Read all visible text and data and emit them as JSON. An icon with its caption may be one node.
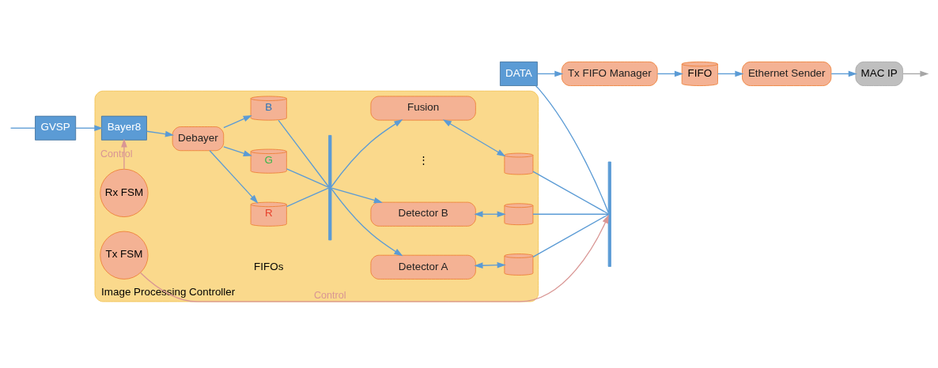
{
  "diagram": {
    "nodes": [
      {
        "text": [
          "Image Processing Controller"
        ]
      },
      {
        "text": [
          "GVSP"
        ]
      },
      {
        "text": [
          "Bayer8"
        ],
        "in": 0
      },
      {
        "text": [
          "Rx FSM"
        ],
        "in": 0
      },
      {
        "text": [
          "Debayer"
        ],
        "in": 0
      },
      {
        "text": [
          "B"
        ],
        "in": 0
      },
      {
        "text": [
          "G"
        ],
        "in": 0
      },
      {
        "text": [
          "R"
        ],
        "in": 0
      },
      {
        "text": [],
        "shape": "bar",
        "in": 0
      },
      {
        "text": [
          "Fusion"
        ],
        "in": 0
      },
      {
        "text": [
          "Detector B"
        ],
        "in": 0
      },
      {
        "text": [
          "Detector A"
        ],
        "in": 0
      },
      {
        "text": [],
        "shape": "cylinder",
        "in": 0
      },
      {
        "text": [],
        "shape": "cylinder",
        "in": 0
      },
      {
        "text": [],
        "shape": "cylinder",
        "in": 0
      },
      {
        "text": [],
        "shape": "bar"
      },
      {
        "text": [
          "Tx FSM"
        ],
        "in": 0
      },
      {
        "text": [
          "DATA"
        ]
      },
      {
        "text": [
          "Tx FIFO Manager"
        ]
      },
      {
        "text": [
          "FIFO"
        ]
      },
      {
        "text": [
          "Ethernet Sender"
        ]
      },
      {
        "text": [
          "MAC IP"
        ]
      }
    ],
    "edges": [
      {
        "from": null,
        "to": 1,
        "arrow": "none"
      },
      {
        "from": 1,
        "to": 2,
        "arrow": "to"
      },
      {
        "from": 3,
        "to": 2,
        "arrow": "to",
        "label": "Control",
        "color": "#d99694"
      },
      {
        "from": 2,
        "to": 4,
        "arrow": "to"
      },
      {
        "from": 4,
        "to": 5,
        "arrow": "to"
      },
      {
        "from": 4,
        "to": 6,
        "arrow": "to"
      },
      {
        "from": 4,
        "to": 7,
        "arrow": "to"
      },
      {
        "from": 5,
        "to": 8,
        "arrow": "none"
      },
      {
        "from": 6,
        "to": 8,
        "arrow": "none"
      },
      {
        "from": 7,
        "to": 8,
        "arrow": "none"
      },
      {
        "from": 8,
        "to": 9,
        "arrow": "to"
      },
      {
        "from": 8,
        "to": 10,
        "arrow": "to"
      },
      {
        "from": 8,
        "to": 11,
        "arrow": "to"
      },
      {
        "from": 9,
        "to": 12,
        "arrow": "both"
      },
      {
        "from": 10,
        "to": 13,
        "arrow": "both"
      },
      {
        "from": 11,
        "to": 14,
        "arrow": "both"
      },
      {
        "from": 12,
        "to": 15,
        "arrow": "none"
      },
      {
        "from": 13,
        "to": 15,
        "arrow": "none"
      },
      {
        "from": 14,
        "to": 15,
        "arrow": "none"
      },
      {
        "from": 16,
        "to": 15,
        "arrow": "to",
        "label": "Control",
        "color": "#d99694"
      },
      {
        "from": 17,
        "to": 15,
        "arrow": "none"
      },
      {
        "from": 17,
        "to": 18,
        "arrow": "to"
      },
      {
        "from": 18,
        "to": 19,
        "arrow": "to"
      },
      {
        "from": 19,
        "to": 20,
        "arrow": "to"
      },
      {
        "from": 20,
        "to": 21,
        "arrow": "to"
      },
      {
        "from": 21,
        "to": null,
        "arrow": "to",
        "color": "#a6a6a6"
      }
    ],
    "labels": [
      "⋮",
      "FIFOs"
    ]
  }
}
